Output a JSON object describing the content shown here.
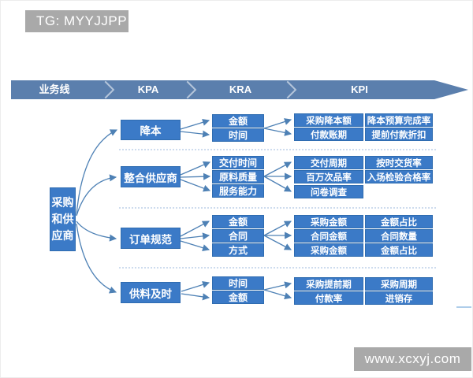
{
  "top_watermark": "TG: MYYJJPP",
  "bottom_watermark": "www.xcxyj.com",
  "banner": {
    "labels": [
      "业务线",
      "KPA",
      "KRA",
      "KPI"
    ]
  },
  "root": "采购和供应商",
  "groups": [
    {
      "kpa": "降本",
      "kra": [
        "金额",
        "时间"
      ],
      "kpi": [
        [
          "采购降本额",
          "降本预算完成率"
        ],
        [
          "付款账期",
          "提前付款折扣"
        ]
      ]
    },
    {
      "kpa": "整合供应商",
      "kra": [
        "交付时间",
        "原料质量",
        "服务能力"
      ],
      "kpi": [
        [
          "交付周期",
          "按时交货率"
        ],
        [
          "百万次品率",
          "入场检验合格率"
        ],
        [
          "问卷调查"
        ]
      ]
    },
    {
      "kpa": "订单规范",
      "kra": [
        "金额",
        "合同",
        "方式"
      ],
      "kpi": [
        [
          "采购金额",
          "金额占比"
        ],
        [
          "合同金额",
          "合同数量"
        ],
        [
          "采购金额",
          "金额占比"
        ]
      ]
    },
    {
      "kpa": "供料及时",
      "kra": [
        "时间",
        "金额"
      ],
      "kpi": [
        [
          "采购提前期",
          "采购周期"
        ],
        [
          "付款率",
          "进销存"
        ]
      ]
    }
  ],
  "colors": {
    "box_blue": "#3b7ac7",
    "box_border": "#2f6cb0",
    "banner_blue": "#5b7fad",
    "arrow_blue": "#4e81b5",
    "dashed_line": "#9cbade",
    "watermark_gray": "#a9a9a9"
  }
}
